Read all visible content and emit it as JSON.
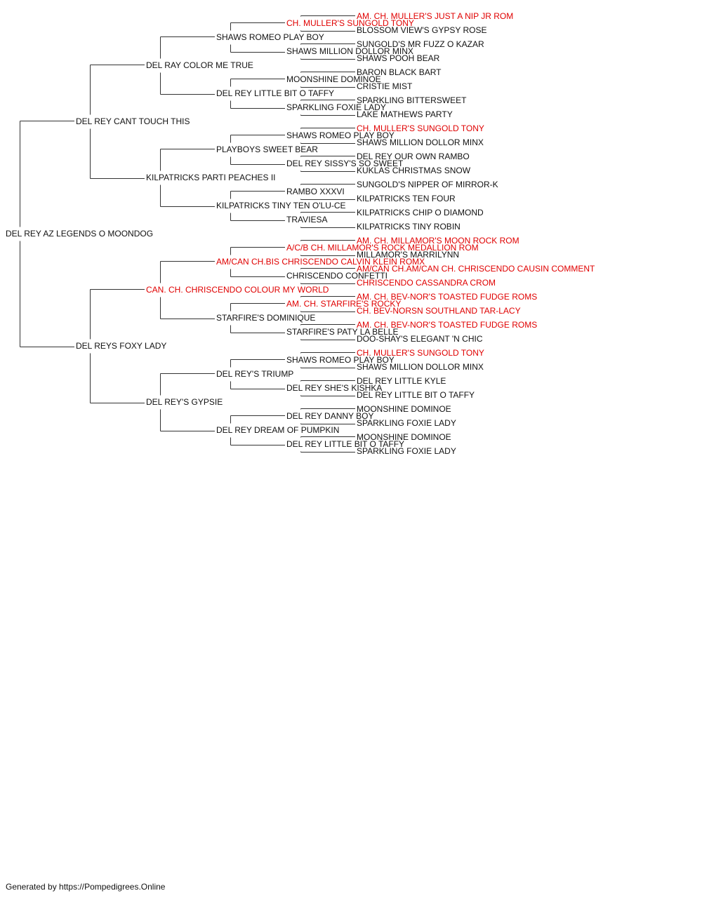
{
  "pedigree": {
    "subject": "DEL REY AZ LEGENDS O MOONDOG",
    "generations": [
      [
        "DEL REY AZ LEGENDS O MOONDOG"
      ],
      [
        "DEL REY CANT TOUCH THIS",
        "DEL REYS FOXY LADY"
      ],
      [
        "DEL RAY COLOR ME TRUE",
        "KILPATRICKS PARTI PEACHES II",
        "CAN. CH. CHRISCENDO COLOUR MY WORLD",
        "DEL REY'S GYPSIE"
      ],
      [
        "SHAWS ROMEO PLAY BOY",
        "DEL REY LITTLE BIT O TAFFY",
        "PLAYBOYS SWEET BEAR",
        "KILPATRICKS TINY TEN O'LU-CE",
        "AM/CAN CH.BIS CHRISCENDO CALVIN KLEIN ROMX",
        "STARFIRE'S DOMINIQUE",
        "DEL REY'S TRIUMP",
        "DEL REY DREAM OF PUMPKIN"
      ],
      [
        "CH. MULLER'S SUNGOLD TONY",
        "SHAWS MILLION DOLLOR MINX",
        "MOONSHINE DOMINOE",
        "SPARKLING FOXIE LADY",
        "SHAWS ROMEO PLAY BOY",
        "DEL REY SISSY'S SO SWEET",
        "RAMBO XXXVI",
        "TRAVIESA",
        "A/C/B CH. MILLAMOR'S ROCK MEDALLION ROM",
        "CHRISCENDO CONFETTI",
        "AM. CH. STARFIRE'S ROCKY",
        "STARFIRE'S PATY LA BELLE",
        "SHAWS ROMEO PLAY BOY",
        "DEL REY SHE'S KISHKA",
        "DEL REY DANNY BOY",
        "DEL REY LITTLE BIT O TAFFY"
      ],
      [
        "AM. CH. MULLER'S JUST A NIP JR ROM",
        "BLOSSOM VIEW'S GYPSY ROSE",
        "SUNGOLD'S MR FUZZ O KAZAR",
        "SHAWS POOH BEAR",
        "BARON BLACK BART",
        "CRISTIE MIST",
        "SPARKLING BITTERSWEET",
        "LAKE MATHEWS PARTY",
        "CH. MULLER'S SUNGOLD TONY",
        "SHAWS MILLION DOLLOR MINX",
        "DEL REY OUR OWN RAMBO",
        "KUKLAS CHRISTMAS SNOW",
        "SUNGOLD'S NIPPER OF MIRROR-K",
        "KILPATRICKS TEN FOUR",
        "KILPATRICKS CHIP O DIAMOND",
        "KILPATRICKS TINY ROBIN",
        "AM. CH. MILLAMOR'S MOON ROCK ROM",
        "MILLAMOR'S MARRILYNN",
        "AM/CAN CH.AM/CAN CH. CHRISCENDO CAUSIN COMMENT",
        "CHRISCENDO CASSANDRA CROM",
        "AM. CH. BEV-NOR'S TOASTED FUDGE ROMS",
        "CH. BEV-NORSN SOUTHLAND TAR-LACY",
        "AM. CH. BEV-NOR'S TOASTED FUDGE ROMS",
        "DOO-SHAY'S ELEGANT 'N CHIC",
        "CH. MULLER'S SUNGOLD TONY",
        "SHAWS MILLION DOLLOR MINX",
        "DEL REY LITTLE KYLE",
        "DEL REY LITTLE BIT O TAFFY",
        "MOONSHINE DOMINOE",
        "SPARKLING FOXIE LADY",
        "MOONSHINE DOMINOE",
        "SPARKLING FOXIE LADY"
      ]
    ],
    "champions": [
      [
        false
      ],
      [
        false,
        false
      ],
      [
        false,
        false,
        true,
        false
      ],
      [
        false,
        false,
        false,
        false,
        true,
        false,
        false,
        false
      ],
      [
        true,
        false,
        false,
        false,
        false,
        false,
        false,
        false,
        true,
        false,
        true,
        false,
        false,
        false,
        false,
        false
      ],
      [
        true,
        false,
        false,
        false,
        false,
        false,
        false,
        false,
        true,
        false,
        false,
        false,
        false,
        false,
        false,
        false,
        true,
        false,
        true,
        true,
        true,
        true,
        true,
        false,
        true,
        false,
        false,
        false,
        false,
        false,
        false,
        false
      ]
    ]
  },
  "colors": {
    "champion_text": "#e00000",
    "normal_text": "#111111",
    "connector": "#333333"
  },
  "footer": {
    "text": "Generated by https://Pompedigrees.Online"
  }
}
